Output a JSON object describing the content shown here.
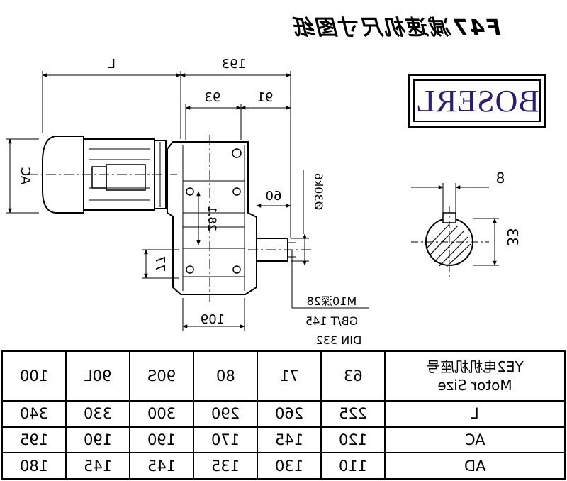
{
  "title": "F47减速机尺寸图纸",
  "brand": "BOSERL",
  "dims": {
    "L": "L",
    "d193": "193",
    "d93": "93",
    "d91": "91",
    "AC": "AC",
    "d60": "60",
    "d30": "Ø30k6",
    "d28": "28.1",
    "d77": "77",
    "d109": "109",
    "thread1": "M10深28",
    "thread2": "GB/T 145",
    "thread3": "DIN 332",
    "key_w": "8",
    "key_h": "33"
  },
  "table": {
    "header_line1": "YE2电机机座号",
    "header_line2": "Motor Size",
    "sizes": [
      "63",
      "71",
      "80",
      "90S",
      "90L",
      "100"
    ],
    "rows": [
      {
        "label": "L",
        "values": [
          "225",
          "260",
          "290",
          "300",
          "330",
          "340"
        ]
      },
      {
        "label": "AC",
        "values": [
          "120",
          "145",
          "170",
          "190",
          "190",
          "195"
        ]
      },
      {
        "label": "AD",
        "values": [
          "110",
          "130",
          "135",
          "145",
          "145",
          "180"
        ]
      }
    ]
  }
}
